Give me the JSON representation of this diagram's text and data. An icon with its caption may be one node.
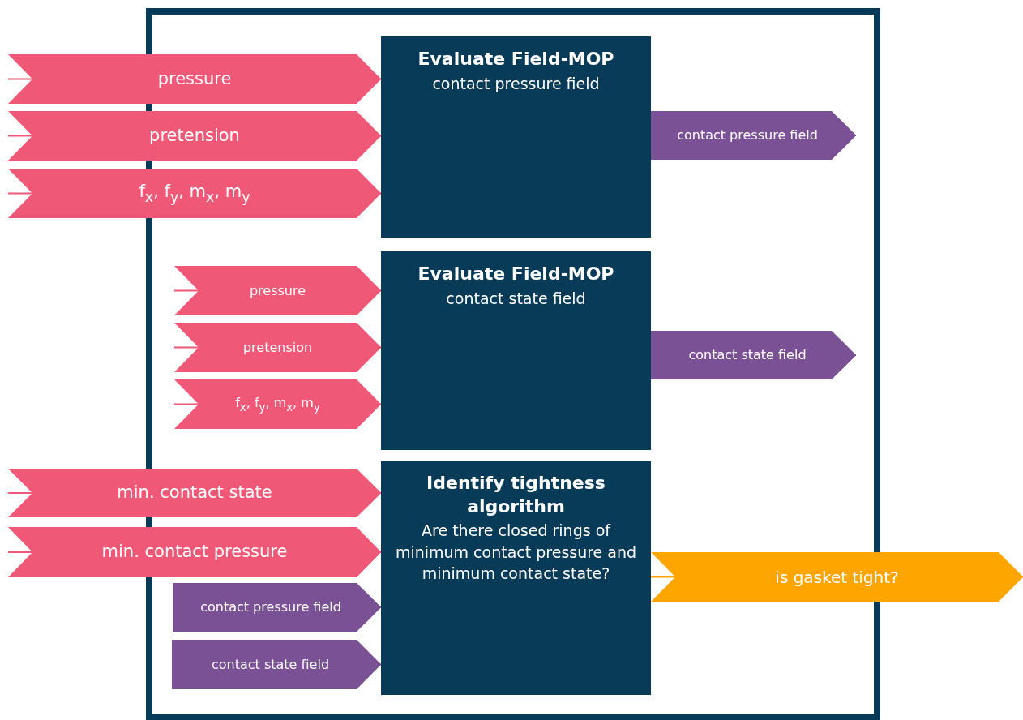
{
  "diagram": {
    "nodes": [
      {
        "text": [],
        "shape": "box"
      },
      {
        "text": [
          "Evaluate Field-MOP",
          "contact pressure field"
        ],
        "in": 0
      },
      {
        "text": [
          "Evaluate Field-MOP",
          "contact state field"
        ],
        "in": 0
      },
      {
        "text": [
          "Identify tightness algorithm",
          "Are there closed rings of minimum contact pressure and minimum contact state?"
        ],
        "in": 0
      }
    ],
    "edges": [
      {
        "from": null,
        "to": 1,
        "arrow": "to",
        "label": "pressure"
      },
      {
        "from": null,
        "to": 1,
        "arrow": "to",
        "label": "pretension"
      },
      {
        "from": null,
        "to": 1,
        "arrow": "to",
        "label": "f$_{x}$, f$_{y}$, m$_{x}$, m$_{y}$"
      },
      {
        "from": 1,
        "to": null,
        "arrow": "to",
        "label": "contact pressure field",
        "color": "#7b5196"
      },
      {
        "from": null,
        "to": 2,
        "arrow": "to",
        "label": "pressure"
      },
      {
        "from": null,
        "to": 2,
        "arrow": "to",
        "label": "pretension"
      },
      {
        "from": null,
        "to": 2,
        "arrow": "to",
        "label": "f$_{x}$, f$_{y}$, m$_{x}$, m$_{y}$"
      },
      {
        "from": 2,
        "to": null,
        "arrow": "to",
        "label": "contact state field",
        "color": "#7b5196"
      },
      {
        "from": null,
        "to": 3,
        "arrow": "to",
        "label": "min. contact state"
      },
      {
        "from": null,
        "to": 3,
        "arrow": "to",
        "label": "min. contact pressure"
      },
      {
        "from": null,
        "to": 3,
        "arrow": "to",
        "label": "contact pressure field",
        "color": "#7b5196"
      },
      {
        "from": null,
        "to": 3,
        "arrow": "to",
        "label": "contact state field",
        "color": "#7b5196"
      },
      {
        "from": 3,
        "to": null,
        "arrow": "to",
        "label": "is gasket tight?",
        "color": "#ffa500"
      }
    ]
  }
}
